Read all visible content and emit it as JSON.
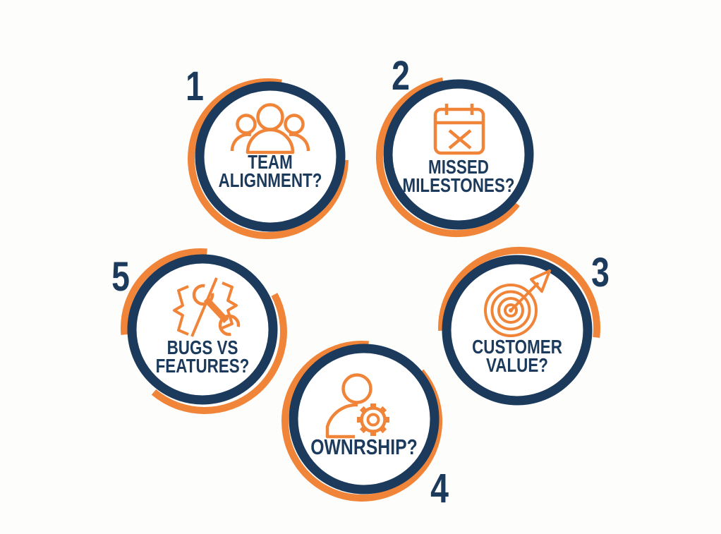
{
  "colors": {
    "navy": "#1b3a5c",
    "orange": "#f0853a",
    "background": "#fdfdfc"
  },
  "circles": [
    {
      "number": "1",
      "icon": "team-people-icon",
      "lines": [
        "TEAM",
        "ALIGNMENT?"
      ]
    },
    {
      "number": "2",
      "icon": "missed-calendar-icon",
      "lines": [
        "MISSED",
        "MILESTONES?"
      ]
    },
    {
      "number": "3",
      "icon": "target-arrow-icon",
      "lines": [
        "CUSTOMER",
        "VALUE?"
      ]
    },
    {
      "number": "4",
      "icon": "person-gear-icon",
      "lines": [
        "OWNRSHIP?"
      ]
    },
    {
      "number": "5",
      "icon": "braces-wrench-icon",
      "lines": [
        "BUGS VS",
        "FEATURES?"
      ]
    }
  ]
}
